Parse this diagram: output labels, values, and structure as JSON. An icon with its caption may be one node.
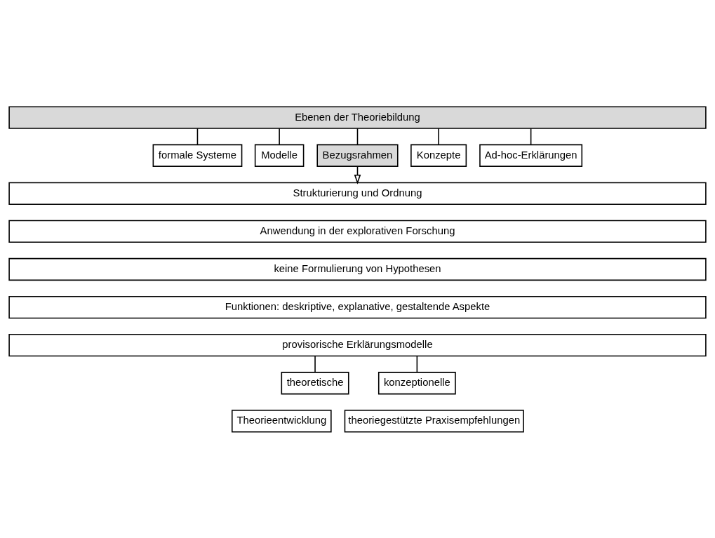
{
  "diagram": {
    "nodes": [
      {
        "text": [
          "Ebenen der Theoriebildung"
        ]
      },
      {
        "text": [
          "formale Systeme"
        ]
      },
      {
        "text": [
          "Modelle"
        ]
      },
      {
        "text": [
          "Bezugsrahmen"
        ]
      },
      {
        "text": [
          "Konzepte"
        ]
      },
      {
        "text": [
          "Ad-hoc-Erklärungen"
        ]
      },
      {
        "text": [
          "Strukturierung und Ordnung"
        ]
      },
      {
        "text": [
          "Anwendung in der explorativen Forschung"
        ]
      },
      {
        "text": [
          "keine Formulierung von Hypothesen"
        ]
      },
      {
        "text": [
          "Funktionen: deskriptive, explanative, gestaltende Aspekte"
        ]
      },
      {
        "text": [
          "provisorische Erklärungsmodelle"
        ]
      },
      {
        "text": [
          "theoretische"
        ]
      },
      {
        "text": [
          "konzeptionelle"
        ]
      },
      {
        "text": [
          "Theorieentwicklung"
        ]
      },
      {
        "text": [
          "theoriegestützte Praxisempfehlungen"
        ]
      }
    ],
    "edges": [
      {
        "from": 0,
        "to": 1,
        "arrow": "none"
      },
      {
        "from": 0,
        "to": 2,
        "arrow": "none"
      },
      {
        "from": 0,
        "to": 3,
        "arrow": "none"
      },
      {
        "from": 0,
        "to": 4,
        "arrow": "none"
      },
      {
        "from": 0,
        "to": 5,
        "arrow": "none"
      },
      {
        "from": 3,
        "to": 6,
        "arrow": "to"
      },
      {
        "from": 10,
        "to": 11,
        "arrow": "none"
      },
      {
        "from": 10,
        "to": 12,
        "arrow": "none"
      }
    ]
  }
}
